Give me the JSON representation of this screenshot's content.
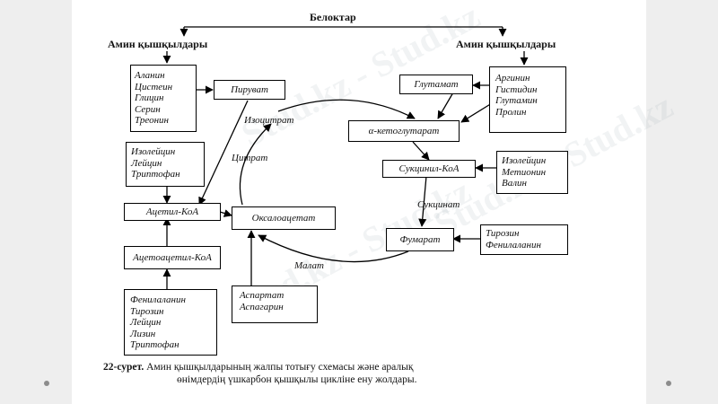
{
  "diagram": {
    "title": "Белоктар",
    "left_header": "Амин қышқылдары",
    "right_header": "Амин қышқылдары",
    "nodes": {
      "aa_group_1": [
        "Аланин",
        "Цистеин",
        "Глицин",
        "Серин",
        "Треонин"
      ],
      "piruvat": "Пируват",
      "aa_group_2": [
        "Изолейцин",
        "Лейцин",
        "Триптофан"
      ],
      "acetyl_coa": "Ацетил-КоА",
      "acetoacetyl_coa": "Ацетоацетил-КоА",
      "aa_group_3": [
        "Фенилаланин",
        "Тирозин",
        "Лейцин",
        "Лизин",
        "Триптофан"
      ],
      "oxaloacetate": "Оксалоацетат",
      "aa_group_asp": [
        "Аспартат",
        "Аспагарин"
      ],
      "glutamate": "Глутамат",
      "aa_group_4": [
        "Аргинин",
        "Гистидин",
        "Глутамин",
        "Пролин"
      ],
      "alpha_kg": "α-кетоглутарат",
      "succinyl_coa": "Сукцинил-КоА",
      "aa_group_5": [
        "Изолейцин",
        "Метионин",
        "Валин"
      ],
      "fumarate": "Фумарат",
      "aa_group_6": [
        "Тирозин",
        "Фенилаланин"
      ]
    },
    "cycle_labels": {
      "isocitrate": "Изоцитрат",
      "citrate": "Цитрат",
      "succinate": "Сукцинат",
      "malate": "Малат"
    },
    "caption": {
      "number": "22-сурет.",
      "line1": "Амин қышқылдарының жалпы тотығу схемасы және аралық",
      "line2": "өнімдердің үшкарбон қышқылы цикліне ену жолдары."
    }
  },
  "watermark": "Stud.kz - Stud.kz"
}
